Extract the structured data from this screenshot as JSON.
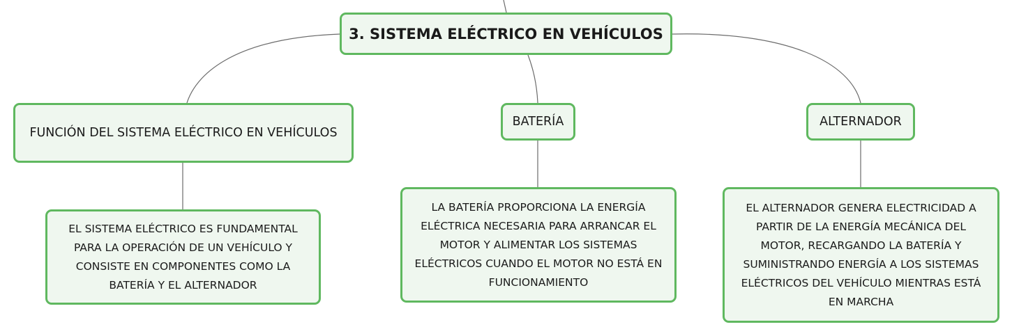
{
  "mindmap": {
    "root": {
      "label": "3. SISTEMA ELÉCTRICO EN VEHÍCULOS"
    },
    "branches": [
      {
        "label": "FUNCIÓN DEL SISTEMA ELÉCTRICO EN VEHÍCULOS",
        "detail": "EL SISTEMA ELÉCTRICO ES FUNDAMENTAL PARA LA OPERACIÓN DE UN VEHÍCULO Y CONSISTE EN COMPONENTES COMO LA BATERÍA Y EL ALTERNADOR"
      },
      {
        "label": "BATERÍA",
        "detail": "LA BATERÍA PROPORCIONA LA ENERGÍA ELÉCTRICA NECESARIA PARA ARRANCAR EL MOTOR Y ALIMENTAR LOS SISTEMAS ELÉCTRICOS CUANDO EL MOTOR NO ESTÁ EN FUNCIONAMIENTO"
      },
      {
        "label": "ALTERNADOR",
        "detail": "EL ALTERNADOR GENERA ELECTRICIDAD A PARTIR DE LA ENERGÍA MECÁNICA DEL MOTOR, RECARGANDO LA BATERÍA Y SUMINISTRANDO ENERGÍA A LOS SISTEMAS ELÉCTRICOS DEL VEHÍCULO MIENTRAS ESTÁ EN MARCHA"
      }
    ]
  },
  "colors": {
    "node_border": "#5fb85f",
    "node_fill": "#eff7ef",
    "connector": "#6b6b6b"
  }
}
